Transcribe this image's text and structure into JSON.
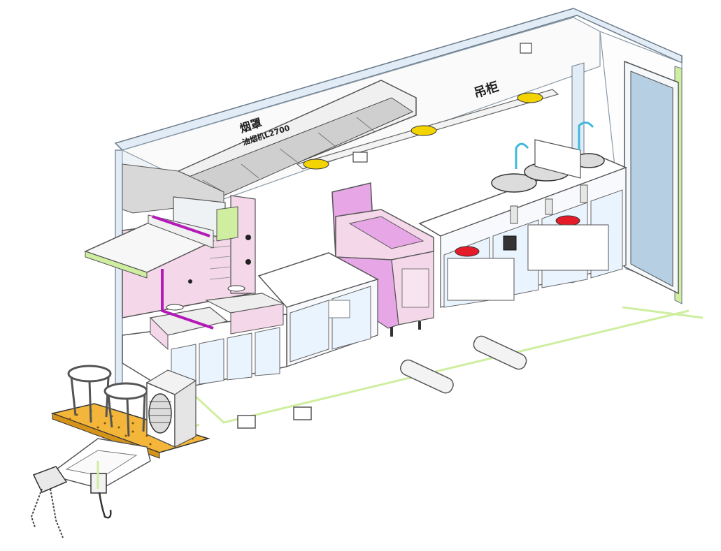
{
  "canvas": {
    "background": "#ffffff"
  },
  "labels": {
    "hood_title": "烟罩",
    "hood_subtitle": "油烟机L2700",
    "sink_label": "吊柜"
  },
  "colors": {
    "frame": "#d7e6f5",
    "frame_edge": "#8a9aa8",
    "glass": "#eaf4ff",
    "pink": "#f4d7e8",
    "magenta": "#e7a6e6",
    "deck": "#f3b63a",
    "light": "#f4d400",
    "pipe": "#b41ab8",
    "green": "#cfeea0",
    "door": "#b6cfe2",
    "red": "#e51b2a"
  },
  "components": [
    {
      "name": "container-shell",
      "icon": "container-frame"
    },
    {
      "name": "range-hood",
      "icon": "exhaust-hood"
    },
    {
      "name": "ceiling-lights",
      "icon": "round-ceiling-light"
    },
    {
      "name": "griddle-station",
      "icon": "griddle"
    },
    {
      "name": "prep-counter",
      "icon": "counter"
    },
    {
      "name": "pink-sink-cabinet",
      "icon": "sink-cabinet"
    },
    {
      "name": "double-sink-counter",
      "icon": "double-sink"
    },
    {
      "name": "entry-door",
      "icon": "door"
    },
    {
      "name": "trailer-hitch",
      "icon": "hitch"
    },
    {
      "name": "ac-condenser",
      "icon": "fan"
    },
    {
      "name": "deck-platform",
      "icon": "perforated-deck"
    }
  ]
}
